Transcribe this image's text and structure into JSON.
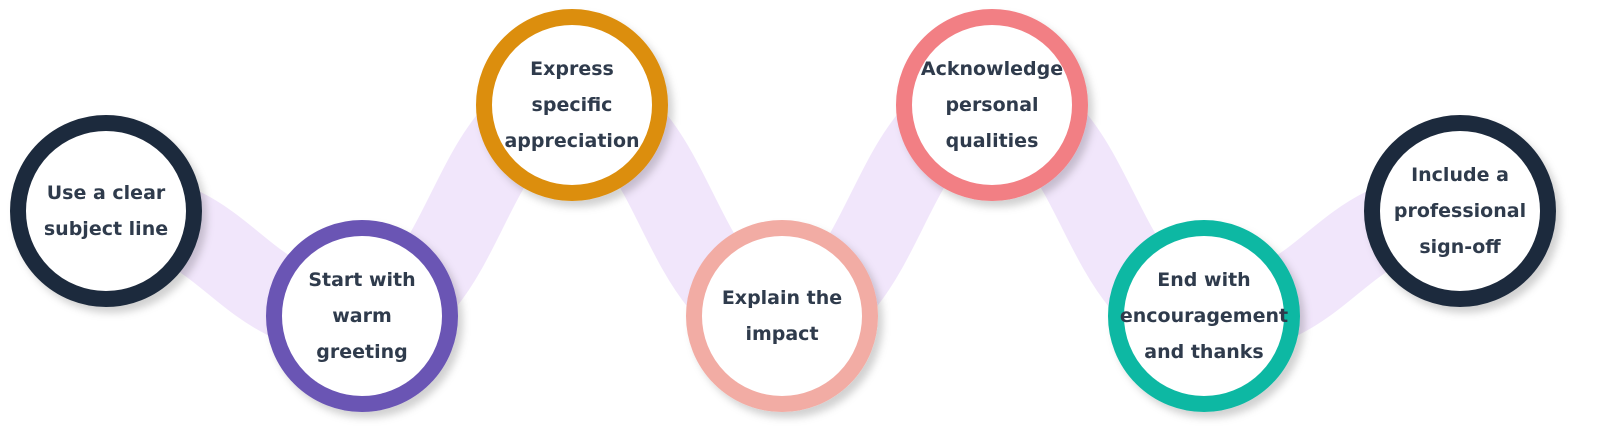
{
  "diagram": {
    "connector_color": "#f1e6fb",
    "text_color": "#2f3b4c",
    "steps": [
      {
        "lines": [
          "Use a clear",
          "subject line"
        ],
        "color": "#1f2b3d"
      },
      {
        "lines": [
          "Start with",
          "warm",
          "greeting"
        ],
        "color": "#6a54b4"
      },
      {
        "lines": [
          "Express",
          "specific",
          "appreciation"
        ],
        "color": "#dc8e0b"
      },
      {
        "lines": [
          "Explain the",
          "impact"
        ],
        "color": "#f2aca4"
      },
      {
        "lines": [
          "Acknowledge",
          "personal",
          "qualities"
        ],
        "color": "#f27f84"
      },
      {
        "lines": [
          "End with",
          "encouragement",
          "and thanks"
        ],
        "color": "#10b8a3"
      },
      {
        "lines": [
          "Include a",
          "professional",
          "sign-off"
        ],
        "color": "#1f2b3d"
      }
    ]
  }
}
